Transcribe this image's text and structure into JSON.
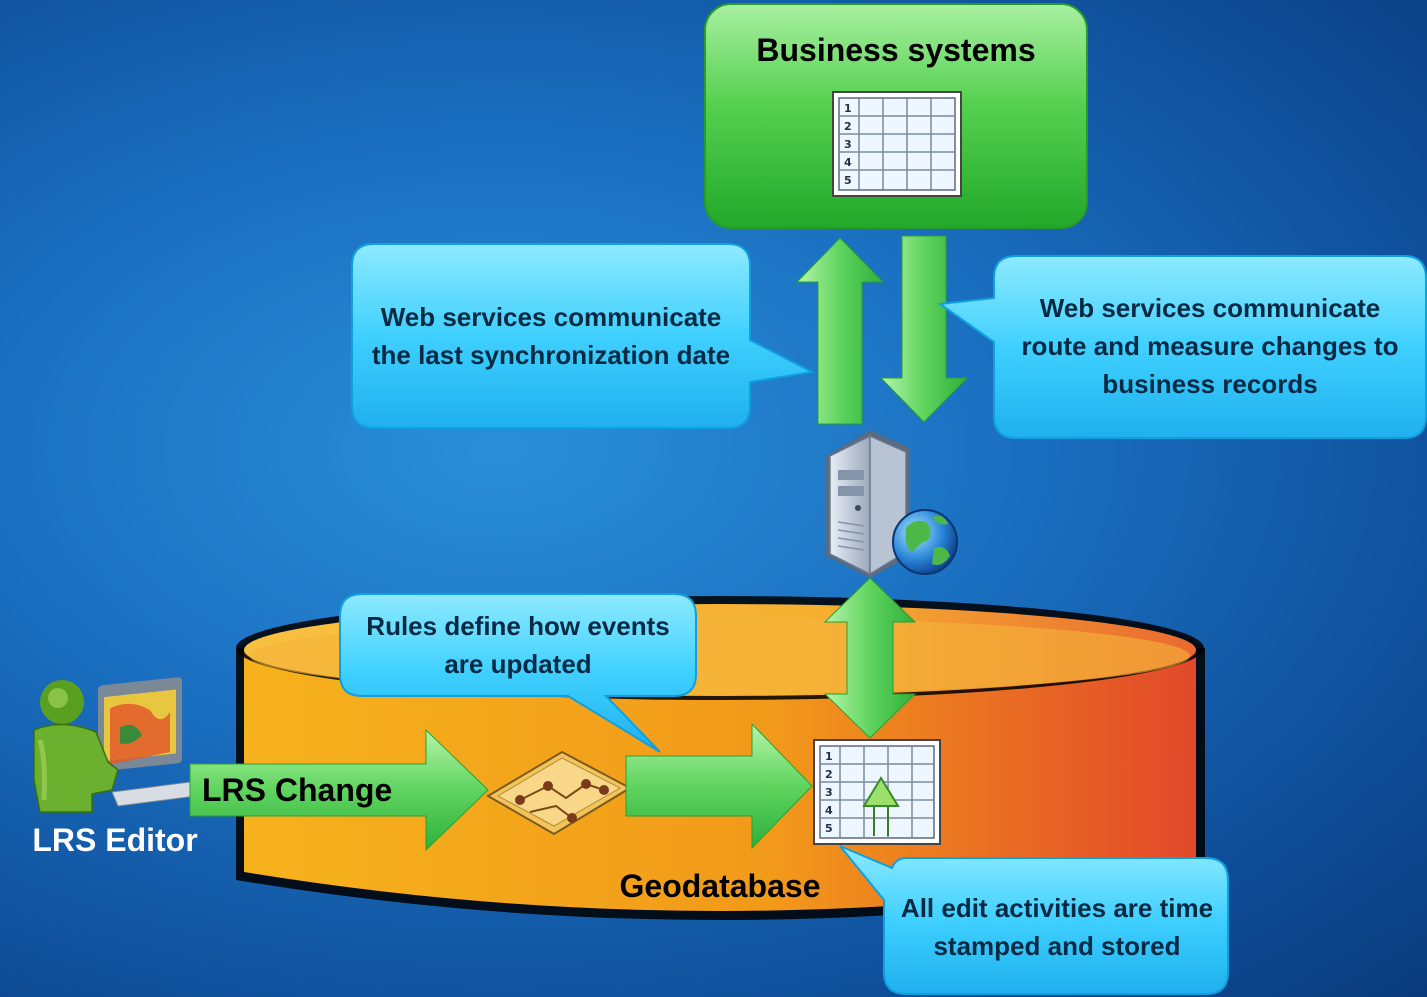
{
  "business_systems": {
    "title": "Business systems"
  },
  "callouts": {
    "sync_date": "Web services communicate the last synchronization date",
    "route_changes": "Web services communicate route and measure changes to business records",
    "rules": "Rules define how events are updated",
    "time_stamped": "All edit activities are time stamped and stored"
  },
  "editor": {
    "label": "LRS Editor"
  },
  "change_arrow": {
    "label": "LRS Change"
  },
  "geodatabase": {
    "label": "Geodatabase"
  },
  "table_rows": [
    "1",
    "2",
    "3",
    "4",
    "5"
  ],
  "icons": [
    "table-icon",
    "server-icon",
    "globe-icon",
    "editor-person-icon",
    "workflow-map-icon",
    "table-with-triangle-icon"
  ],
  "colors": {
    "background": "#1a6fc0",
    "business_box": "#3cc43c",
    "callout": "#2ec4f5",
    "arrow_green": "#5fd45f",
    "geodatabase": "#f39a1e"
  }
}
